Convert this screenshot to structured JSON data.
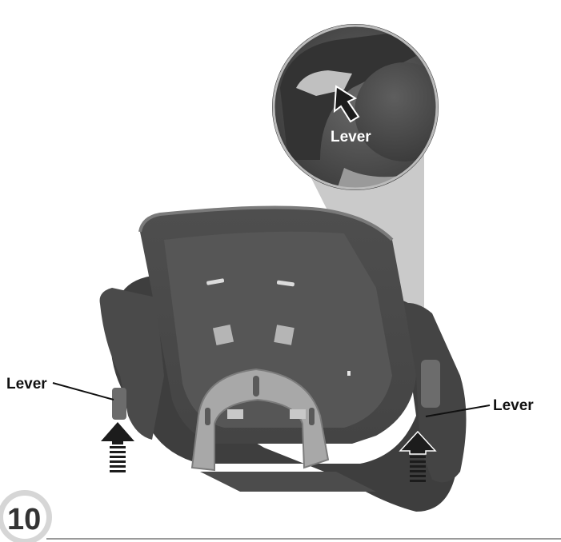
{
  "diagram": {
    "step_number": "10",
    "labels": {
      "lever_left": "Lever",
      "lever_right": "Lever",
      "lever_inset": "Lever"
    },
    "colors": {
      "seat_dark": "#3f3f3f",
      "seat_mid": "#5a5a5a",
      "seat_light": "#8c8c8c",
      "inset_bg": "#6e6e6e",
      "callout_cone": "#b3b3b3",
      "arrow": "#1c1c1c",
      "badge_ring": "#cfcfcf",
      "divider": "#9a9a9a"
    }
  }
}
